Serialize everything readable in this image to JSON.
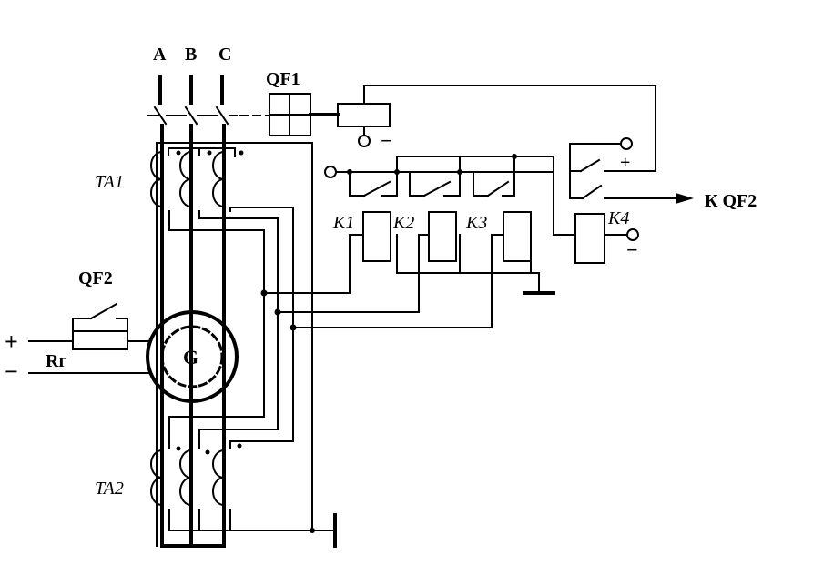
{
  "phases": {
    "a": "A",
    "b": "B",
    "c": "C"
  },
  "breaker_main": "QF1",
  "breaker_exc": "QF2",
  "ct_top": "TA1",
  "ct_bottom": "TA2",
  "relays": {
    "k1": "K1",
    "k2": "K2",
    "k3": "K3",
    "k4": "K4"
  },
  "generator": "G",
  "resistor": "Rг",
  "output": "К QF2",
  "polarity": {
    "plus": "+",
    "minus": "−"
  },
  "colors": {
    "line": "#000000",
    "background": "#ffffff"
  }
}
